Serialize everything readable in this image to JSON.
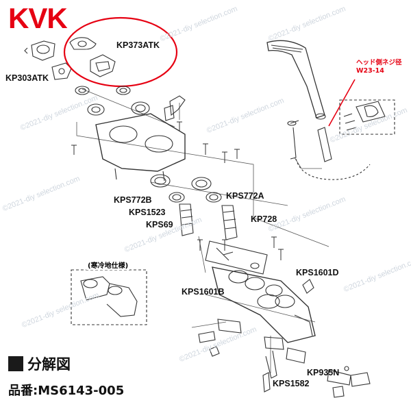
{
  "header": {
    "brand": "KVK",
    "brand_color": "#e60012"
  },
  "callouts": {
    "highlight_color": "#e60012",
    "head_thread_line1": "ヘッド側ネジ径",
    "head_thread_line2": "W23-14",
    "cold_region_note": "(寒冷地仕様)"
  },
  "parts": {
    "kp373atk": "KP373ATK",
    "kp303atk": "KP303ATK",
    "kps772b": "KPS772B",
    "kps772a": "KPS772A",
    "kps1523": "KPS1523",
    "kps69": "KPS69",
    "kp728": "KP728",
    "kps1601d": "KPS1601D",
    "kps1601b": "KPS1601B",
    "kp935n": "KP935N",
    "kps1582": "KPS1582"
  },
  "footer": {
    "title": "分解図",
    "part_number": "品番:MS6143-005"
  },
  "watermark": {
    "text": "©2021-diy selection.com"
  }
}
